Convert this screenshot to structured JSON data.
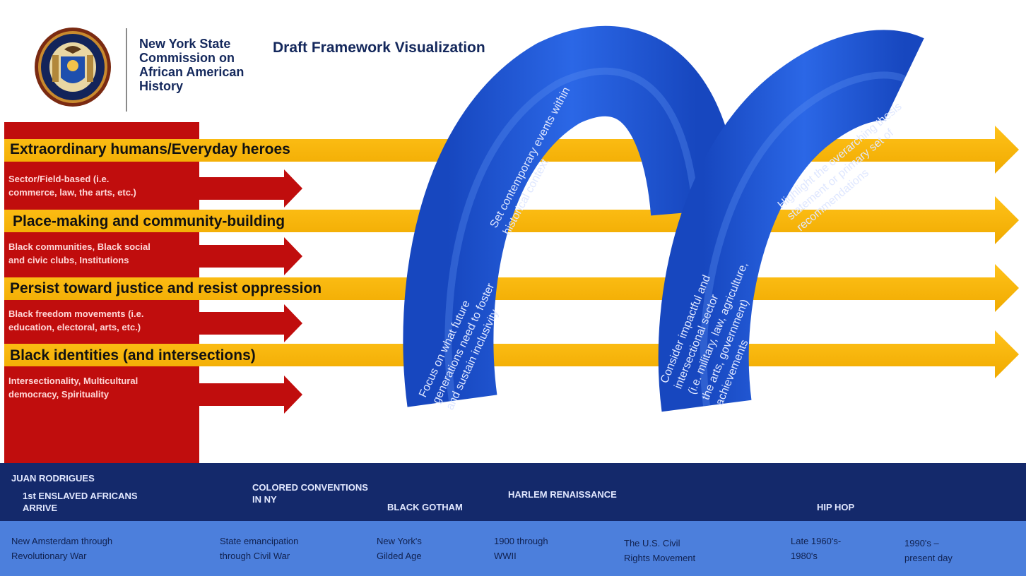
{
  "header": {
    "org_lines": [
      "New York State",
      "Commission on",
      "African American",
      "History"
    ],
    "title": "Draft Framework Visualization"
  },
  "pillars": [
    {
      "label": "Extraordinary humans/Everyday heroes",
      "sub": [
        "Sector/Field-based (i.e.",
        "commerce, law, the arts, etc.)"
      ]
    },
    {
      "label": "Place-making and community-building",
      "sub": [
        "Black communities, Black social",
        "and civic clubs, Institutions"
      ]
    },
    {
      "label": "Persist toward justice and resist oppression",
      "sub": [
        "Black freedom movements (i.e.",
        "education, electoral, arts, etc.)"
      ]
    },
    {
      "label": "Black identities (and intersections)",
      "sub": [
        "Intersectionality, Multicultural",
        "democracy, Spirituality"
      ]
    }
  ],
  "tube_texts": {
    "left_rising": [
      "Focus on what future",
      "generations need to foster",
      "and sustain inclusivity"
    ],
    "left_top": [
      "Set contemporary events within",
      "historical context"
    ],
    "right_rising": [
      "Consider impactful and",
      "intersectional sector",
      "(i.e. military, law, agriculture,",
      "the arts, government)",
      "achievements"
    ],
    "right_top": [
      "Highlight the overarching thesis",
      "statement or primary set of",
      "recommendations"
    ]
  },
  "timeline_eras": {
    "juan": "JUAN RODRIGUES",
    "enslaved": [
      "1st ENSLAVED AFRICANS",
      "ARRIVE"
    ],
    "colored": [
      "COLORED CONVENTIONS",
      "IN NY"
    ],
    "gotham": "BLACK GOTHAM",
    "harlem": "HARLEM RENAISSANCE",
    "hiphop": "HIP HOP"
  },
  "timeline_periods": [
    [
      "New Amsterdam through",
      "Revolutionary War"
    ],
    [
      "State emancipation",
      "through Civil War"
    ],
    [
      "New York's",
      "Gilded Age"
    ],
    [
      "1900 through",
      "WWII"
    ],
    [
      "The U.S. Civil",
      "Rights Movement"
    ],
    [
      "Late 1960's-",
      "1980's"
    ],
    [
      "1990's –",
      "present day"
    ]
  ],
  "colors": {
    "red": "#c00d0d",
    "gold": "#f6b400",
    "tube_blue": "#1f59d6",
    "navy": "#14296b",
    "light_blue": "#4c7fdc",
    "title_navy": "#14285c"
  },
  "icons": {
    "seal": "new-york-state-seal"
  }
}
